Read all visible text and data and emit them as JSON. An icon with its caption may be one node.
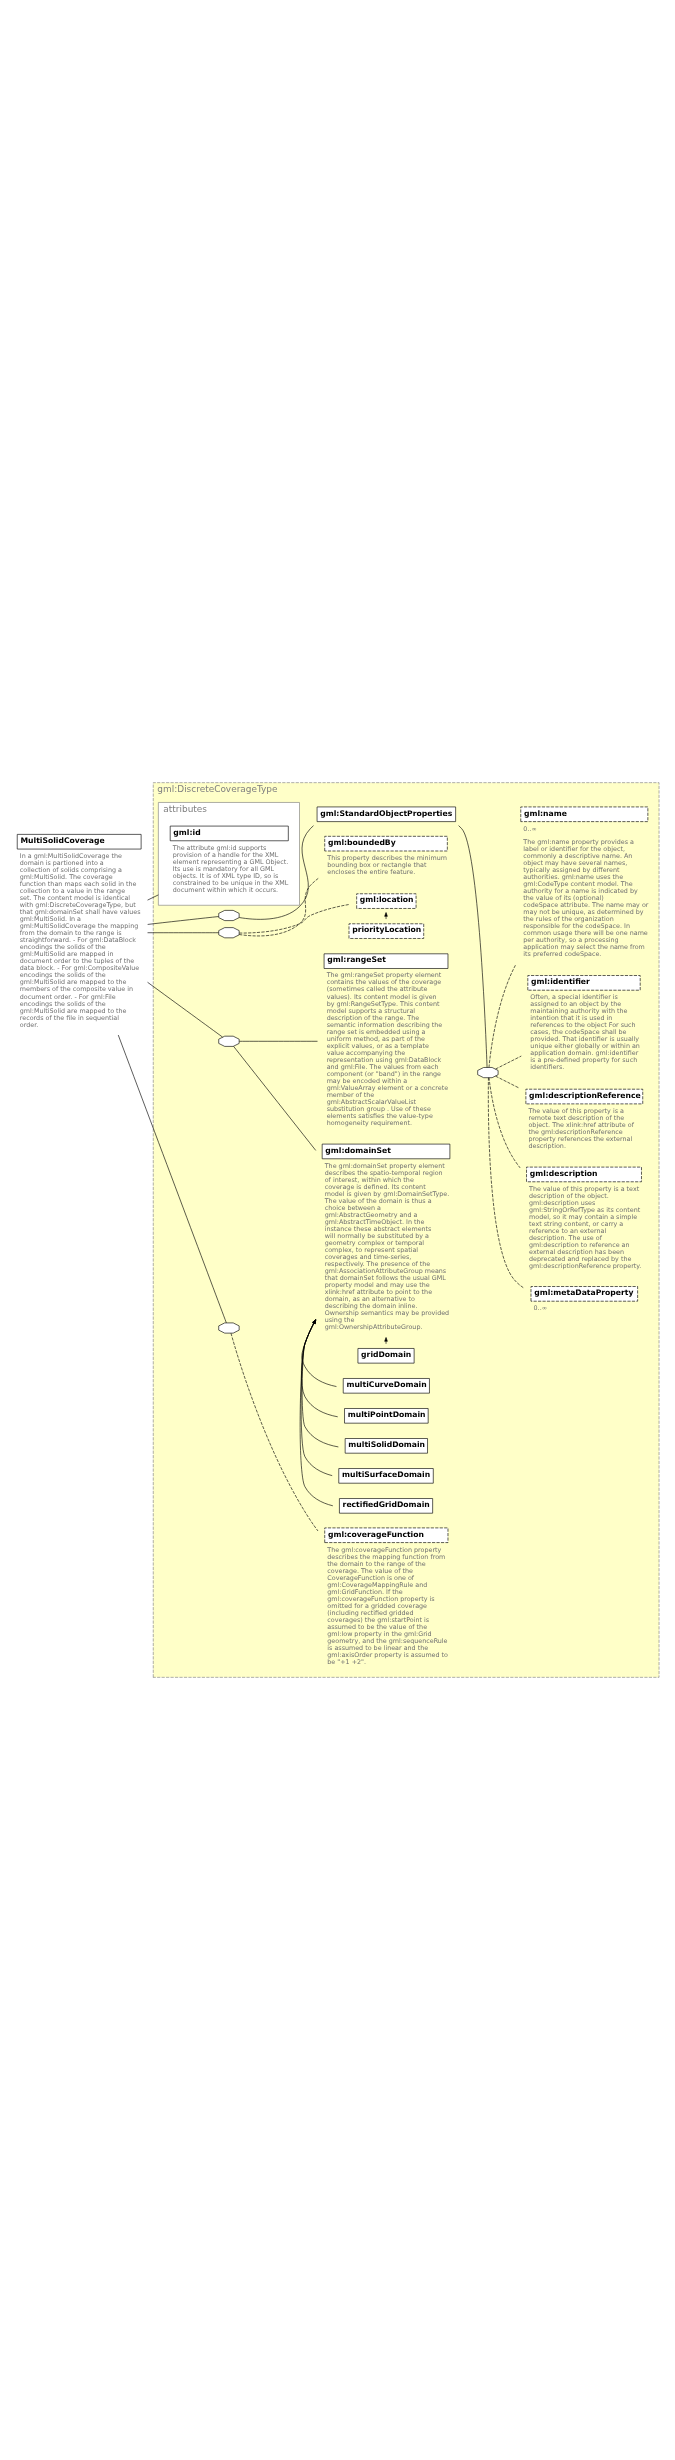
{
  "diagram": {
    "nodes": [
      {
        "text": [
          "MultiSolidCoverage"
        ],
        "beside": [
          "In a gml:MultiSolidCoverage the domain is partioned into a collection of solids comprising a gml:MultiSolid. The coverage function than maps each solid in the collection to a value in the range set. The content model is identical with gml:DiscreteCoverageType, but that gml:domainSet shall have values gml:MultiSolid. In a gml:MultiSolidCoverage the mapping from the domain to the range is straightforward. - For gml:DataBlock encodings the solids of the gml:MultiSolid are mapped in document order to the tuples of the data block. - For gml:CompositeValue encodings the solids of the gml:MultiSolid are mapped to the members of the composite value in document order. - For gml:File encodings the solids of the gml:MultiSolid are mapped to the records of the file in sequential order."
        ]
      },
      {
        "text": [
          "gml:DiscreteCoverageType"
        ]
      },
      {
        "text": [
          "attributes"
        ],
        "in": 1
      },
      {
        "text": [
          "gml:id"
        ],
        "in": 2,
        "beside": [
          "The attribute gml:id supports provision of a handle for the XML element representing a GML Object. Its use is mandatory for all GML objects. It is of XML type ID, so is constrained to be unique in the XML document within which it occurs."
        ]
      },
      {
        "text": [],
        "shape": "octagon",
        "in": 1
      },
      {
        "text": [
          "gml:StandardObjectProperties"
        ],
        "in": 1
      },
      {
        "text": [],
        "shape": "octagon",
        "in": 1
      },
      {
        "text": [
          "gml:metaDataProperty"
        ],
        "in": 1,
        "beside": [
          "0..∞"
        ]
      },
      {
        "text": [
          "gml:description"
        ],
        "in": 1,
        "beside": [
          "The value of this property is a text description of the object. gml:description uses gml:StringOrRefType as its content model, so it may contain a simple text string content, or carry a reference to an external description. The use of gml:description to reference an external description has been deprecated and replaced by the gml:descriptionReference property."
        ]
      },
      {
        "text": [
          "gml:descriptionReference"
        ],
        "in": 1,
        "beside": [
          "The value of this property is a remote text description of the object. The xlink:href attribute of the gml:descriptionReference property references the external description."
        ]
      },
      {
        "text": [
          "gml:identifier"
        ],
        "in": 1,
        "beside": [
          "Often, a special identifier is assigned to an object by the maintaining authority with the intention that it is used in references to the object For such cases, the codeSpace shall be provided. That identifier is usually unique either globally or within an application domain. gml:identifier is a pre-defined property for such identifiers."
        ]
      },
      {
        "text": [
          "gml:name"
        ],
        "in": 1,
        "beside": [
          "0..∞",
          "The gml:name property provides a label or identifier for the object, commonly a descriptive name. An object may have several names, typically assigned by different authorities. gml:name uses the gml:CodeType content model. The authority for a name is indicated by the value of its (optional) codeSpace attribute. The name may or may not be unique, as determined by the rules of the organization responsible for the codeSpace. In common usage there will be one name per authority, so a processing application may select the name from its preferred codeSpace."
        ]
      },
      {
        "text": [],
        "shape": "octagon",
        "in": 1
      },
      {
        "text": [
          "gml:boundedBy"
        ],
        "in": 1,
        "beside": [
          "This property describes the minimum bounding box or rectangle that encloses the entire feature."
        ]
      },
      {
        "text": [
          "gml:location"
        ],
        "in": 1
      },
      {
        "text": [
          "priorityLocation"
        ],
        "in": 1
      },
      {
        "text": [],
        "shape": "octagon",
        "in": 1
      },
      {
        "text": [
          "gml:domainSet"
        ],
        "in": 1,
        "beside": [
          "The gml:domainSet property element describes the spatio-temporal region of interest, within which the coverage is defined. Its content model is given by gml:DomainSetType. The value of the domain is thus a choice between a gml:AbstractGeometry and a gml:AbstractTimeObject. In the instance these abstract elements will normally be substituted by a geometry complex or temporal complex, to represent spatial coverages and time-series, respectively. The presence of the gml:AssociationAttributeGroup means that domainSet follows the usual GML property model and may use the xlink:href attribute to point to the domain, as an alternative to describing the domain inline. Ownership semantics may be provided using the gml:OwnershipAttributeGroup."
        ]
      },
      {
        "text": [
          "gridDomain"
        ],
        "in": 1
      },
      {
        "text": [
          "multiCurveDomain"
        ],
        "in": 1
      },
      {
        "text": [
          "multiPointDomain"
        ],
        "in": 1
      },
      {
        "text": [
          "multiSolidDomain"
        ],
        "in": 1
      },
      {
        "text": [
          "multiSurfaceDomain"
        ],
        "in": 1
      },
      {
        "text": [
          "rectifiedGridDomain"
        ],
        "in": 1
      },
      {
        "text": [
          "gml:rangeSet"
        ],
        "in": 1,
        "beside": [
          "The gml:rangeSet property element contains the values of the coverage (sometimes called the attribute values). Its content model is given by gml:RangeSetType. This content model supports a structural description of the range. The semantic information describing the range set is embedded using a uniform method, as part of the explicit values, or as a template value accompanying the representation using gml:DataBlock and gml:File. The values from each component (or \"band\") in the range may be encoded within a gml:ValueArray element or a concrete member of the gml:AbstractScalarValueList substitution group . Use of these elements satisfies the value-type homogeneity requirement."
        ]
      },
      {
        "text": [],
        "shape": "octagon",
        "in": 1
      },
      {
        "text": [
          "gml:coverageFunction"
        ],
        "in": 1,
        "beside": [
          "The gml:coverageFunction property describes the mapping function from the domain to the range of the coverage. The value of the CoverageFunction is one of gml:CoverageMappingRule and gml:GridFunction. If the gml:coverageFunction property is omitted for a gridded coverage (including rectified gridded coverages) the gml:startPoint is assumed to be the value of the gml:low property in the gml:Grid geometry, and the gml:sequenceRule is assumed to be linear and the gml:axisOrder property is assumed to be \"+1 +2\"."
        ]
      }
    ],
    "edges": [
      {
        "from": 0,
        "to": 2,
        "arrow": "none"
      },
      {
        "from": 0,
        "to": 4,
        "arrow": "none"
      },
      {
        "from": 0,
        "to": 12,
        "arrow": "none"
      },
      {
        "from": 0,
        "to": 16,
        "arrow": "none"
      },
      {
        "from": 0,
        "to": 25,
        "arrow": "none"
      },
      {
        "from": 4,
        "to": 5,
        "arrow": "none"
      },
      {
        "from": 5,
        "to": 6,
        "arrow": "none"
      },
      {
        "from": 6,
        "to": 7,
        "arrow": "none",
        "style": "dashed"
      },
      {
        "from": 6,
        "to": 8,
        "arrow": "none",
        "style": "dashed"
      },
      {
        "from": 6,
        "to": 9,
        "arrow": "none",
        "style": "dashed"
      },
      {
        "from": 6,
        "to": 10,
        "arrow": "none",
        "style": "dashed"
      },
      {
        "from": 6,
        "to": 11,
        "arrow": "none",
        "style": "dashed"
      },
      {
        "from": 12,
        "to": 13,
        "arrow": "none",
        "style": "dashed"
      },
      {
        "from": 12,
        "to": 14,
        "arrow": "none",
        "style": "dashed"
      },
      {
        "from": 15,
        "to": 14,
        "arrow": "to",
        "style": "dashed"
      },
      {
        "from": 16,
        "to": 17,
        "arrow": "none"
      },
      {
        "from": 18,
        "to": 17,
        "arrow": "to"
      },
      {
        "from": 19,
        "to": 17,
        "arrow": "to"
      },
      {
        "from": 20,
        "to": 17,
        "arrow": "to"
      },
      {
        "from": 21,
        "to": 17,
        "arrow": "to"
      },
      {
        "from": 22,
        "to": 17,
        "arrow": "to"
      },
      {
        "from": 23,
        "to": 17,
        "arrow": "to"
      },
      {
        "from": 16,
        "to": 24,
        "arrow": "none"
      },
      {
        "from": 25,
        "to": 26,
        "arrow": "none",
        "style": "dashed"
      }
    ]
  }
}
